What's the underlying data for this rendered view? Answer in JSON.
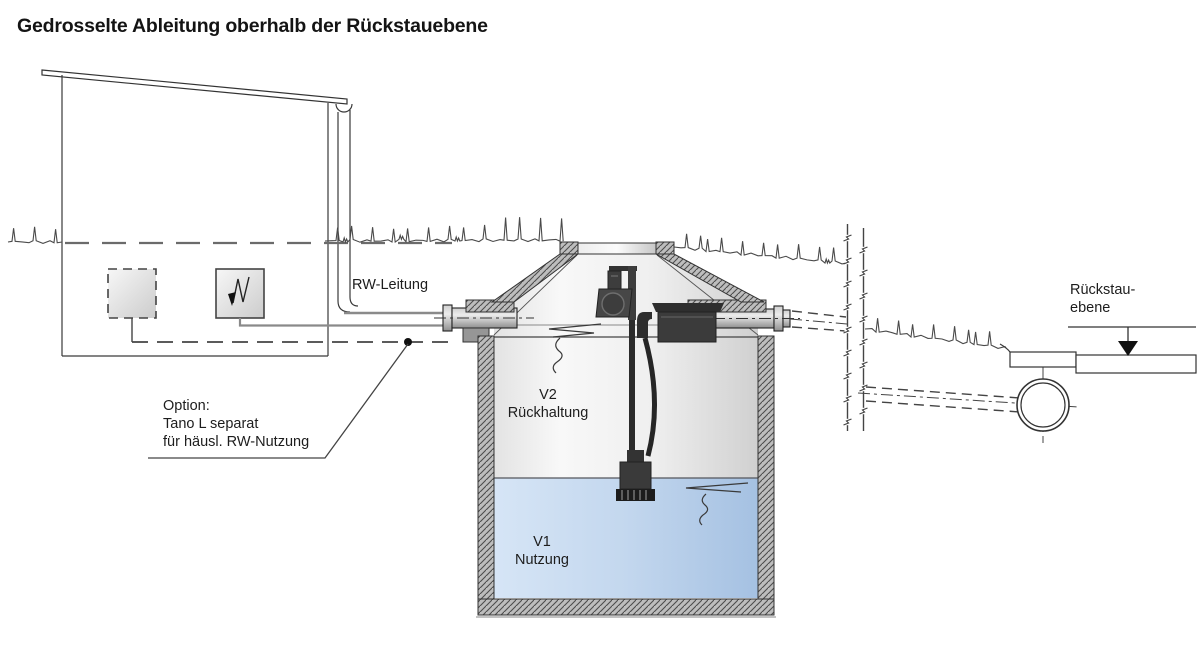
{
  "title": "Gedrosselte Ableitung oberhalb der Rückstauebene",
  "labels": {
    "rw_leitung": "RW-Leitung",
    "option_line1": "Option:",
    "option_line2": "Tano L separat",
    "option_line3": "für häusl. RW-Nutzung",
    "v2": "V2",
    "v2_sub": "Rückhaltung",
    "v1": "V1",
    "v1_sub": "Nutzung",
    "rueckstau_line1": "Rückstau-",
    "rueckstau_line2": "ebene"
  },
  "colors": {
    "water": "#c3d7ee",
    "concrete_hatch": "#bdbdbd",
    "line": "#333333",
    "gray_pipe_line": "#8a8a8a"
  }
}
